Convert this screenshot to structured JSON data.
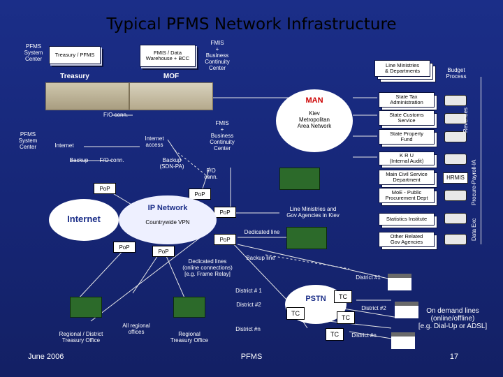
{
  "title": "Typical PFMS Network Infrastructure",
  "labels": {
    "pfms_center_top": "PFMS\nSystem\nCenter",
    "treasury_box": "Treasury / PFMS",
    "fmis_dw_box": "FMIS / Data\nWarehouse + BCC",
    "fmis_bcc_top": "FMIS\n+\nBusiness\nContinuity\nCenter",
    "line_ministries_box": "Line Ministries\n& Departments",
    "budget_process": "Budget\nProcess",
    "treasury_bldg": "Treasury",
    "mof_bldg": "MOF",
    "man": "MAN",
    "fo_conn_top": "F/O conn.",
    "kiev_man": "Kiev\nMetropolitan\nArea Network",
    "pfms_center_mid": "PFMS\nSystem\nCenter",
    "internet_small": "Internet",
    "internet_access": "Internet\naccess",
    "fmis_bcc_mid": "FMIS\n+\nBusiness\nContinuity\nCenter",
    "backup_left": "Backup",
    "fo_conn_mid": "F/O conn.",
    "backup_sdn": "Backup\n(SDN-PA)",
    "fo_conn_right": "F/O\nconn.",
    "pop1": "PoP",
    "pop2": "PoP",
    "pop3": "PoP",
    "pop4": "PoP",
    "pop5": "PoP",
    "pop6": "PoP",
    "ip_network": "IP Network",
    "countrywide_vpn": "Countrywide VPN",
    "internet_big": "Internet",
    "line_ministries_kiev": "Line Ministries and\nGov Agencies in Kiev",
    "dedicated_line": "Dedicated line",
    "dedicated_lines": "Dedicated lines\n(online connections)\n[e.g. Frame Relay]",
    "backup_line": "Backup line",
    "district1_right": "District #1",
    "district1_mid": "District # 1",
    "district2_mid": "District #2",
    "district2_right": "District #2",
    "districtn_mid": "District #n",
    "districtn_right": "District #n",
    "pstn": "PSTN",
    "tc1": "TC",
    "tc2": "TC",
    "tc3": "TC",
    "tc4": "TC",
    "on_demand": "On demand lines\n(online/offline)\n[e.g. Dial-Up or ADSL]",
    "regional_district": "Regional / District\nTreasury Office",
    "all_regional": "All regional\noffices",
    "regional_treasury": "Regional\nTreasury Office",
    "footer_date": "June 2006",
    "footer_center": "PFMS",
    "footer_page": "17"
  },
  "right_boxes": [
    "State Tax\nAdministration",
    "State Customs\nService",
    "State Property\nFund",
    "K R U\n(Internal Audit)",
    "Main Civil Service\nDepartment",
    "MoE - Public\nProcurement Dept",
    "Statistics Institute",
    "Other Related\nGov Agencies"
  ],
  "side_labels": {
    "revenues": "Revenues",
    "procure_payroll": "Procure-Payroll-IA",
    "data_exc": "Data Exc"
  },
  "hrmis": "HRMIS",
  "colors": {
    "background": "#1b2e88",
    "accent_red": "#cc0000",
    "title_text": "#000000"
  }
}
